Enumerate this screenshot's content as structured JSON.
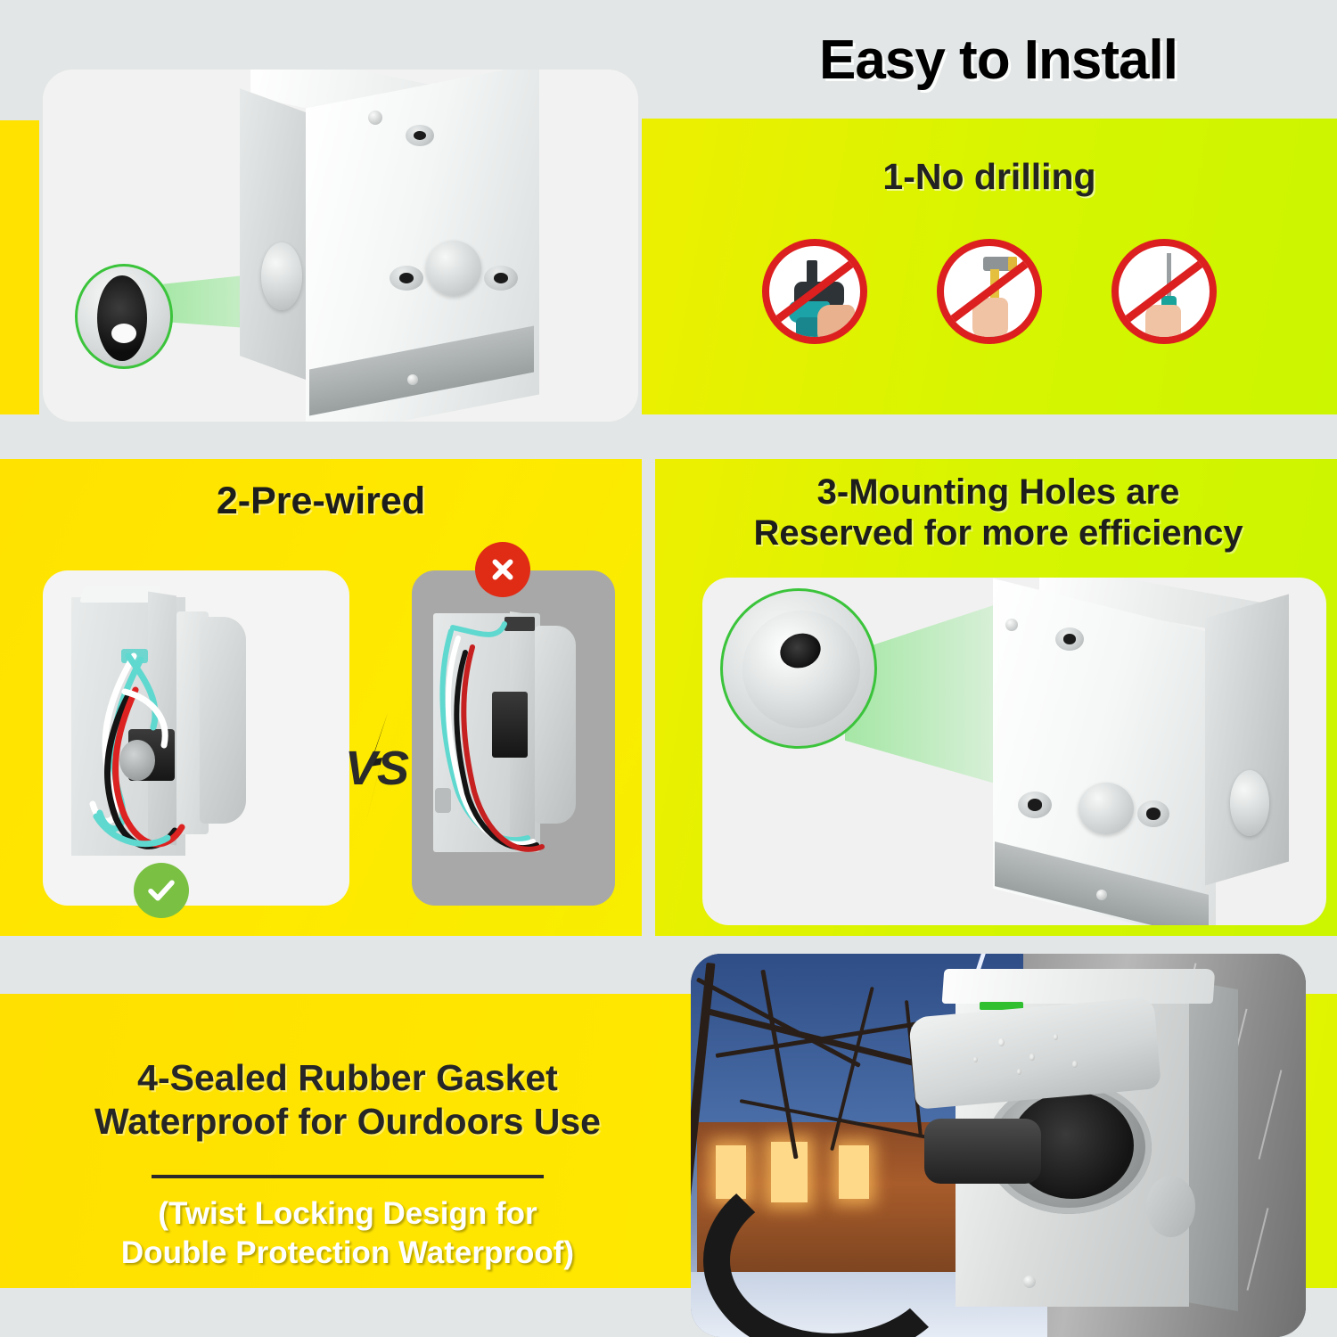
{
  "page": {
    "title": "Easy to Install",
    "background_color": "#e3e6e6"
  },
  "colors": {
    "yellow": "#FFE200",
    "yellow_green": "#D6F500",
    "red": "#dc1f1f",
    "green_check": "#7ac143",
    "red_x": "#e02b15",
    "callout_green": "#3bc43b",
    "text_dark": "#1d1d1b",
    "text_white": "#ffffff"
  },
  "panels": {
    "top_left": {
      "name": "product-knockout-photo",
      "caption": "",
      "callout": "magnified-knockout-hole"
    },
    "top_right": {
      "step_label": "1-No drilling",
      "prohibited_tools": [
        {
          "name": "drill",
          "label": "drill"
        },
        {
          "name": "hammer",
          "label": "hammer"
        },
        {
          "name": "screwdriver",
          "label": "screwdriver"
        }
      ]
    },
    "mid_left": {
      "step_label": "2-Pre-wired",
      "versus_label": "VS",
      "good_badge": "check",
      "bad_badge": "cross"
    },
    "mid_right": {
      "step_label_line1": "3-Mounting Holes are",
      "step_label_line2": "Reserved for more efficiency"
    },
    "bottom": {
      "step_label_line1": "4-Sealed Rubber Gasket",
      "step_label_line2": "Waterproof for Ourdoors Use",
      "sub_label_line1": "(Twist Locking Design for",
      "sub_label_line2": "Double Protection Waterproof)"
    }
  }
}
